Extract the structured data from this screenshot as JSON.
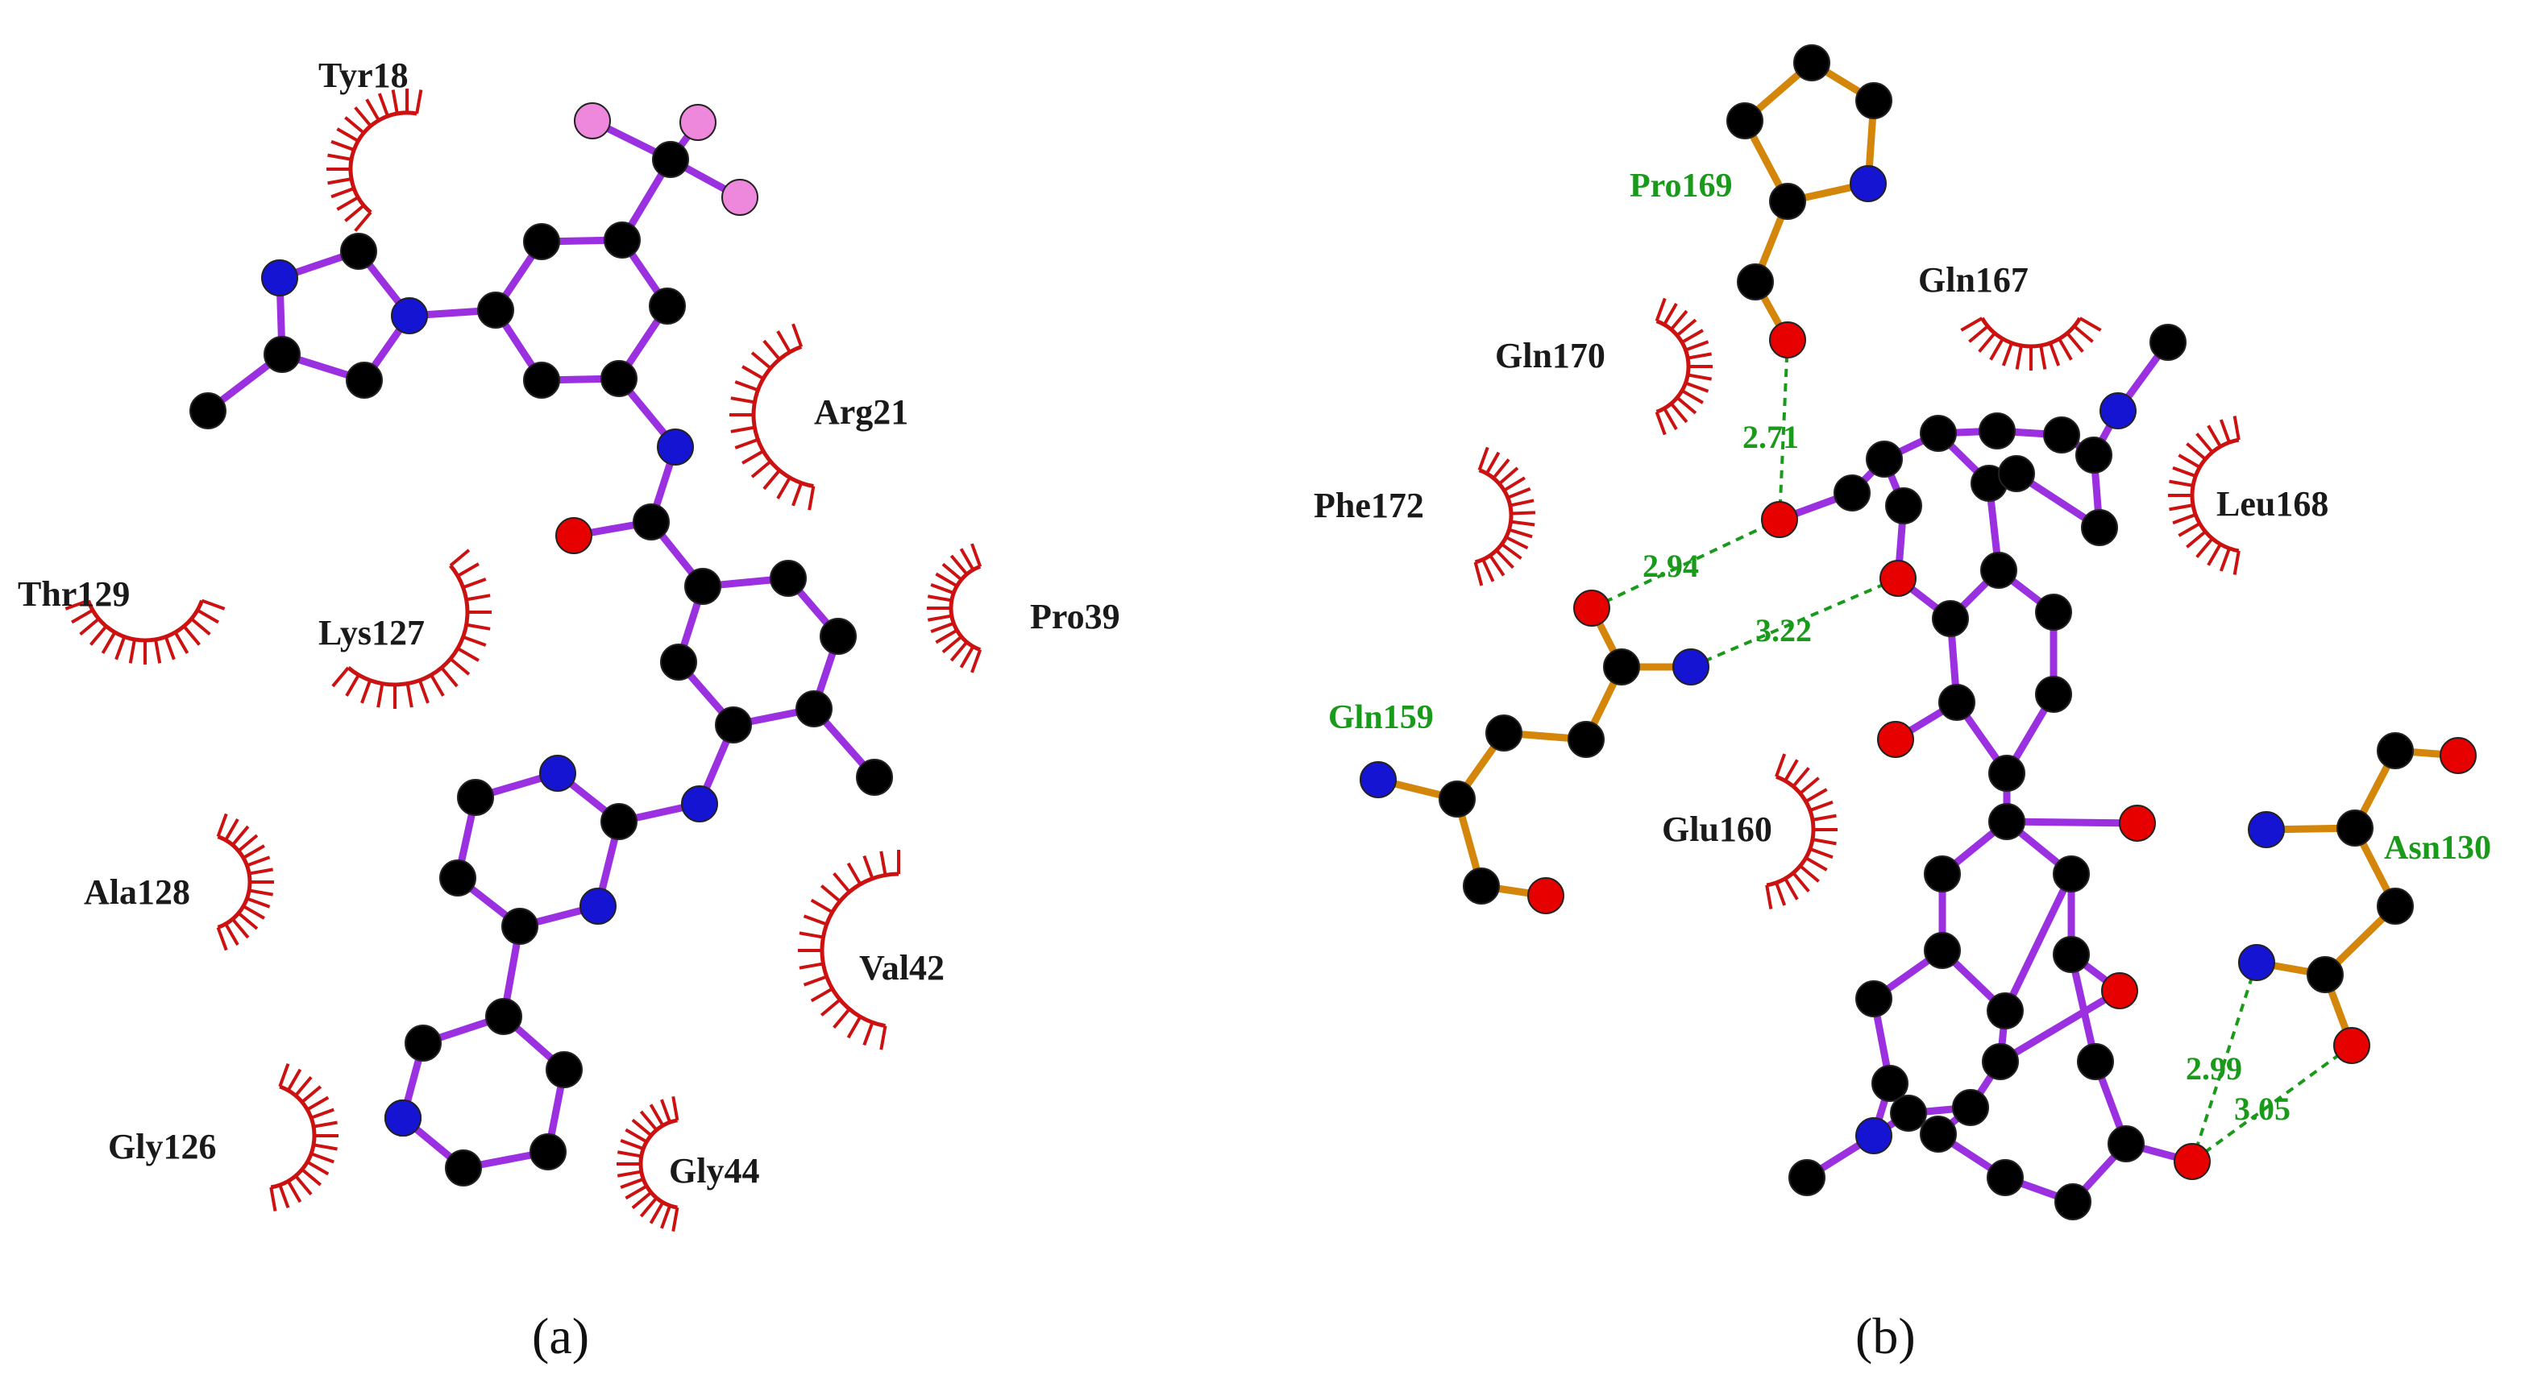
{
  "panels": [
    {
      "caption": "(a)",
      "residues": [
        {
          "name": "Tyr18"
        },
        {
          "name": "Arg21"
        },
        {
          "name": "Thr129"
        },
        {
          "name": "Lys127"
        },
        {
          "name": "Pro39"
        },
        {
          "name": "Ala128"
        },
        {
          "name": "Val42"
        },
        {
          "name": "Gly126"
        },
        {
          "name": "Gly44"
        }
      ]
    },
    {
      "caption": "(b)",
      "residues": [
        {
          "name": "Gln167"
        },
        {
          "name": "Gln170"
        },
        {
          "name": "Phe172"
        },
        {
          "name": "Leu168"
        },
        {
          "name": "Glu160"
        }
      ],
      "hbond_residues": [
        {
          "name": "Pro169"
        },
        {
          "name": "Gln159"
        },
        {
          "name": "Asn130"
        }
      ],
      "hbond_distances": [
        "2.71",
        "2.94",
        "3.22",
        "2.99",
        "3.05"
      ]
    }
  ],
  "colors": {
    "ligand_bond": "#9b30e0",
    "residue_bond": "#d4860b",
    "carbon": "#000000",
    "nitrogen": "#1414d2",
    "oxygen": "#e60000",
    "fluorine": "#ee88dd",
    "hydrophobic_arc": "#cc1111",
    "hbond": "#1a9a1a"
  }
}
